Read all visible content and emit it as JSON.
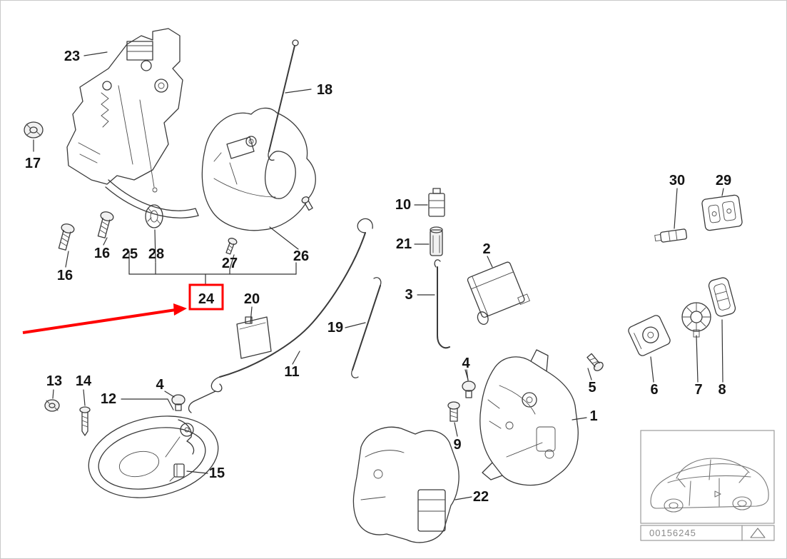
{
  "diagram": {
    "callouts": {
      "c1": "1",
      "c2": "2",
      "c3": "3",
      "c4a": "4",
      "c4b": "4",
      "c5": "5",
      "c6": "6",
      "c7": "7",
      "c8": "8",
      "c9": "9",
      "c10": "10",
      "c11": "11",
      "c12": "12",
      "c13": "13",
      "c14": "14",
      "c15": "15",
      "c16a": "16",
      "c16b": "16",
      "c17": "17",
      "c18": "18",
      "c19": "19",
      "c20": "20",
      "c21": "21",
      "c22": "22",
      "c23": "23",
      "c24": "24",
      "c25": "25",
      "c26": "26",
      "c27": "27",
      "c28": "28",
      "c29": "29",
      "c30": "30"
    },
    "annotation": {
      "highlighted_part": "24",
      "color": "#ff0000"
    },
    "footer": {
      "part_code": "00156245"
    }
  }
}
